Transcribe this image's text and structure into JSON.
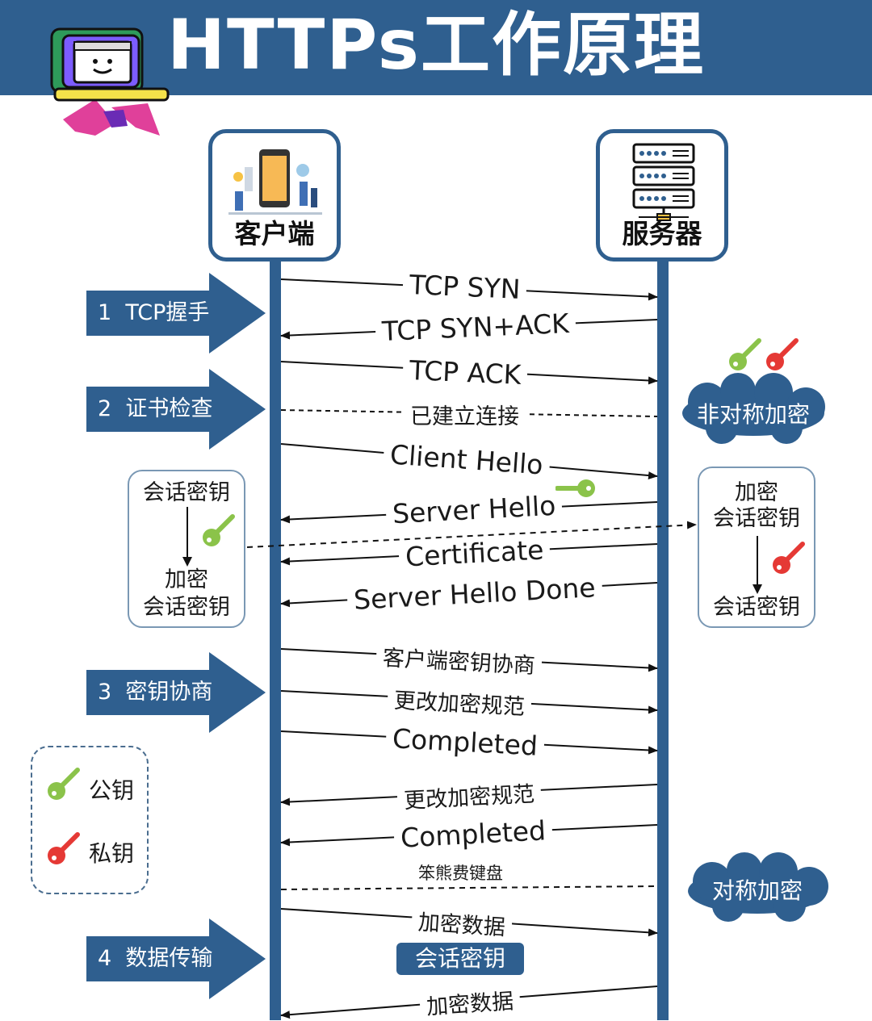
{
  "title": "HTTPs工作原理",
  "actors": {
    "client": "客户端",
    "server": "服务器"
  },
  "phases": [
    {
      "label": "1  TCP握手"
    },
    {
      "label": "2  证书检查"
    },
    {
      "label": "3  密钥协商"
    },
    {
      "label": "4  数据传输"
    }
  ],
  "messages": [
    {
      "text": "TCP SYN",
      "direction": "client-to-server"
    },
    {
      "text": "TCP SYN+ACK",
      "direction": "server-to-client"
    },
    {
      "text": "TCP ACK",
      "direction": "client-to-server"
    },
    {
      "text": "已建立连接",
      "direction": "none",
      "style": "dashed"
    },
    {
      "text": "Client Hello",
      "direction": "client-to-server"
    },
    {
      "text": "Server Hello",
      "direction": "server-to-client"
    },
    {
      "text": "Certificate",
      "direction": "server-to-client"
    },
    {
      "text": "Server Hello Done",
      "direction": "server-to-client"
    },
    {
      "text": "客户端密钥协商",
      "direction": "client-to-server"
    },
    {
      "text": "更改加密规范",
      "direction": "client-to-server"
    },
    {
      "text": "Completed",
      "direction": "client-to-server"
    },
    {
      "text": "更改加密规范",
      "direction": "server-to-client"
    },
    {
      "text": "Completed",
      "direction": "server-to-client"
    },
    {
      "text": "加密数据",
      "direction": "client-to-server"
    },
    {
      "text": "加密数据",
      "direction": "server-to-client"
    }
  ],
  "watermark": "笨熊费键盘",
  "clouds": {
    "asymmetric": "非对称加密",
    "symmetric": "对称加密"
  },
  "client_panel": {
    "top": "会话密钥",
    "bottom_line1": "加密",
    "bottom_line2": "会话密钥"
  },
  "server_panel": {
    "top_line1": "加密",
    "top_line2": "会话密钥",
    "bottom": "会话密钥"
  },
  "legend": {
    "public_key": "公钥",
    "private_key": "私钥"
  },
  "session_key_badge": "会话密钥",
  "colors": {
    "primary": "#2f5f8f",
    "public_key": "#8bc34a",
    "private_key": "#e53935"
  },
  "icons": [
    "smartphone-illustration",
    "server-rack-icon",
    "green-key-icon",
    "red-key-icon",
    "laptop-logo"
  ]
}
